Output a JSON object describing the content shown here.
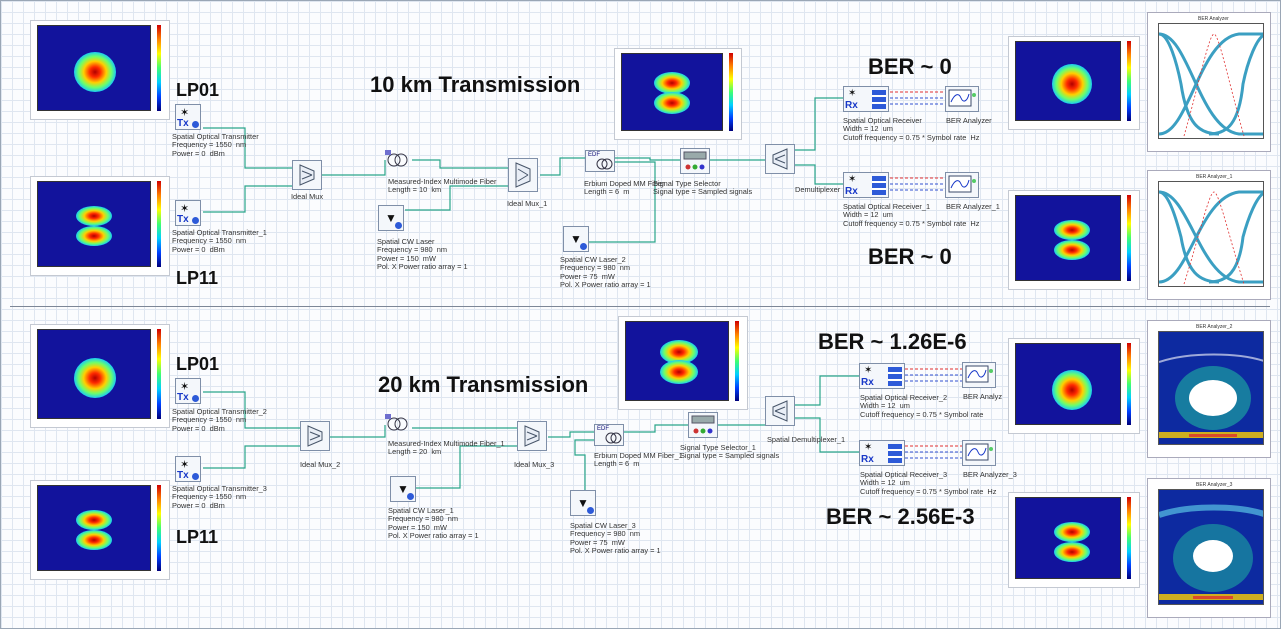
{
  "titles": {
    "t10km": "10 km Transmission",
    "t20km": "20 km Transmission"
  },
  "mode_labels": {
    "lp01_top": "LP01",
    "lp11_top": "LP11",
    "lp01_bottom": "LP01",
    "lp11_bottom": "LP11"
  },
  "ber": {
    "top1": "BER ~ 0",
    "top2": "BER ~ 0",
    "bot1": "BER ~ 1.26E-6",
    "bot2": "BER ~ 2.56E-3"
  },
  "components": {
    "tx0": "Spatial Optical Transmitter\nFrequency = 1550  nm\nPower = 0  dBm",
    "tx1": "Spatial Optical Transmitter_1\nFrequency = 1550  nm\nPower = 0  dBm",
    "tx2": "Spatial Optical Transmitter_2\nFrequency = 1550  nm\nPower = 0  dBm",
    "tx3": "Spatial Optical Transmitter_3\nFrequency = 1550  nm\nPower = 0  dBm",
    "mux0": "Ideal Mux",
    "mux1": "Ideal Mux_1",
    "mux2": "Ideal Mux_2",
    "mux3": "Ideal Mux_3",
    "fiber0": "Measured-Index Multimode Fiber\nLength = 10  km",
    "fiber1": "Measured-Index Multimode Fiber_1\nLength = 20  km",
    "laser0": "Spatial CW Laser\nFrequency = 980  nm\nPower = 150  mW\nPol. X Power ratio array = 1",
    "laser1": "Spatial CW Laser_1\nFrequency = 980  nm\nPower = 150  mW\nPol. X Power ratio array = 1",
    "laser2": "Spatial CW Laser_2\nFrequency = 980  nm\nPower = 75  mW\nPol. X Power ratio array = 1",
    "laser3": "Spatial CW Laser_3\nFrequency = 980  nm\nPower = 75  mW\nPol. X Power ratio array = 1",
    "edf0": "Erbium Doped MM Fiber\nLength = 6  m",
    "edf1": "Erbium Doped MM Fiber_1\nLength = 6  m",
    "sel0": "Signal Type Selector\nSignal type = Sampled signals",
    "sel1": "Signal Type Selector_1\nSignal type = Sampled signals",
    "demux0": "Demultiplexer",
    "demux1": "Spatial Demultiplexer_1",
    "rx0": "Spatial Optical Receiver\nWidth = 12  um\nCutoff frequency = 0.75 * Symbol rate  Hz",
    "rx1": "Spatial Optical Receiver_1\nWidth = 12  um\nCutoff frequency = 0.75 * Symbol rate  Hz",
    "rx2": "Spatial Optical Receiver_2\nWidth = 12  um\nCutoff frequency = 0.75 * Symbol rate",
    "rx3": "Spatial Optical Receiver_3\nWidth = 12  um\nCutoff frequency = 0.75 * Symbol rate  Hz",
    "ber0": "BER Analyzer",
    "ber1": "BER Analyzer_1",
    "ber2": "BER Analyz",
    "ber3": "BER Analyzer_3"
  },
  "icons": {
    "tx": "Tx",
    "rx": "Rx",
    "edf_tag": "EDF"
  },
  "eye_titles": [
    "BER Analyzer",
    "BER Analyzer_1",
    "BER Analyzer_2",
    "BER Analyzer_3"
  ],
  "colors": {
    "wire": "#2aa58a",
    "wire_red": "#e03030",
    "wire_blue": "#3050d0",
    "mode_bg": "#12139c",
    "eye_trace": "#1a8fb8"
  }
}
